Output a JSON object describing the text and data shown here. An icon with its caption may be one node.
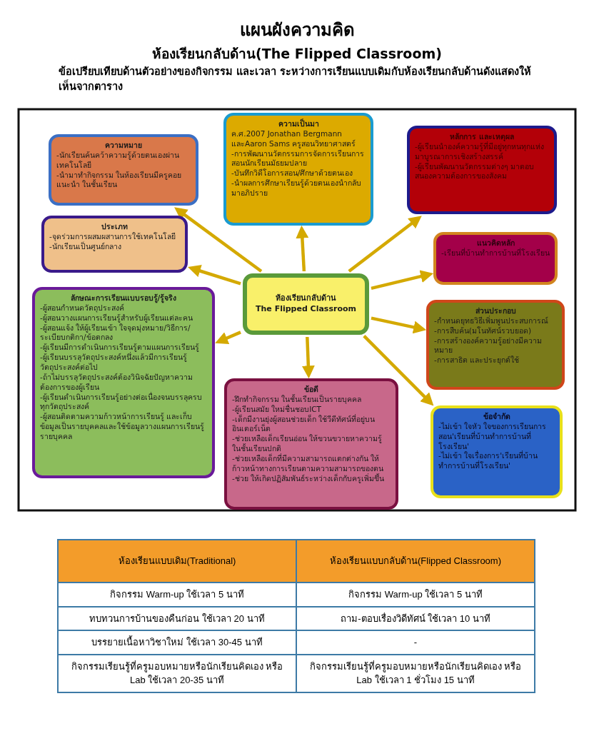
{
  "diagram": {
    "title": "แผนผังความคิด",
    "nodes": [
      {
        "text": [
          "ความหมาย",
          "-นักเรียนค้นคว้าความรู้ด้วยตนเองผ่านเทคโนโลยี",
          "-นำมาทำกิจกรรม ในห้องเรียนมีครูคอยแนะนำ ในชั้นเรียน"
        ]
      },
      {
        "text": [
          "ความเป็นมา",
          "ค.ศ.2007 Jonathan Bergmann และAaron Sams ครูสอนวิทยาศาสตร์",
          "-การพัฒนานวัตกรรมการจัดการเรียนการสอนนักเรียนมัธยมปลาย",
          "-บันทึกวิดีโอการสอน/ศึกษาด้วยตนเอง",
          "-นำผลการศึกษาเรียนรู้ด้วยตนเองนำกลับมาอภิปราย"
        ]
      },
      {
        "text": [
          "หลักการ และเหตุผล",
          "-ผู้เรียนนำองค์ความรู้ที่มีอยู่ทุกหนทุกแห่งมาบูรณาการเชิงสร้างสรรค์",
          "-ผู้เรียนพัฒนานวัตกรรมต่างๆ มาตอบสนองความต้องการของสังคม"
        ]
      },
      {
        "text": [
          "ประเภท",
          "-จุดร่วมการผสมผสานการใช้เทคโนโลยี",
          "-นักเรียนเป็นศูนย์กลาง"
        ]
      },
      {
        "text": [
          "แนวคิดหลัก",
          "-เรียนที่บ้านทำการบ้านที่โรงเรียน"
        ]
      },
      {
        "text": [
          "ห้องเรียนกลับด้าน",
          "The Flipped Classroom"
        ]
      },
      {
        "text": [
          "ลักษณะการเรียนแบบรอบรู้/รู้จริง",
          "-ผู้สอนกำหนดวัตถุประสงค์",
          "-ผู้สอนวางแผนการเรียนรู้สำหรับผู้เรียนแต่ละคน",
          "-ผู้สอนแจ้ง ให้ผู้เรียนเข้า ใจจุดมุ่งหมาย/วิธีการ/ระเบียบกติกา/ข้อตกลง",
          "-ผู้เรียนมีการดำเนินการเรียนรู้ตามแผนการเรียนรู้",
          "-ผู้เรียนบรรลุวัตถุประสงค์หนึ่งแล้วมีการเรียนรู้วัตถุประสงค์ต่อไป",
          "-ถ้าไม่บรรลุวัตถุประสงค์ต้องวินิจฉัยปัญหาความต้องการของผู้เรียน",
          "-ผู้เรียนดำเนินการเรียนรู้อย่างต่อเนื่องจนบรรลุครบทุกวัตถุประสงค์",
          "-ผู้สอนติดตามความก้าวหน้าการเรียนรู้ และเก็บข้อมูลเป็นรายบุคคลและใช้ข้อมูลวางแผนการเรียนรู้รายบุคคล"
        ]
      },
      {
        "text": [
          "ส่วนประกอบ",
          "-กำหนดยุทธวิธีเพิ่มพูนประสบการณ์",
          "-การสืบค้น(มโนทัศน์รวบยอด)",
          "-การสร้างองค์ความรู้อย่างมีความหมาย",
          "-การสาธิต และประยุกต์ใช้"
        ]
      },
      {
        "text": [
          "ข้อดี",
          "-ฝึกทำกิจกรรม ในชั้นเรียนเป็นรายบุคคล",
          "-ผู้เรียนสมัย ใหม่ชื่นชอบICT",
          "-เด็กมีงานยุ่งผู้สอนช่วยเด็ก ใช้วีดีทัศน์ที่อยู่บนอินเตอร์เน็ต",
          "-ช่วยเหลือเด็กเรียนอ่อน ให้ขวนขวายหาความรู้ในชั้นเรียนปกติ",
          "-ช่วยเหลือเด็กที่มีความสามารถแตกต่างกัน ให้ก้าวหน้าทางการเรียนตามความสามารถของตน",
          "-ช่วย ให้เกิดปฏิสัมพันธ์ระหว่างเด็กกับครูเพิ่มขึ้น"
        ]
      },
      {
        "text": [
          "ข้อจำกัด",
          "-ไม่เข้า ใจหัว ใจของการเรียนการสอน'เรียนที่บ้านทำการบ้านที่โรงเรียน'",
          "-ไม่เข้า ใจเรื่องการ'เรียนที่บ้านทำการบ้านที่โรงเรียน'"
        ]
      }
    ],
    "edges": [
      {
        "from": 5,
        "to": 0,
        "arrow": "to"
      },
      {
        "from": 5,
        "to": 1,
        "arrow": "to"
      },
      {
        "from": 5,
        "to": 2,
        "arrow": "to"
      },
      {
        "from": 5,
        "to": 3,
        "arrow": "to"
      },
      {
        "from": 5,
        "to": 4,
        "arrow": "to"
      },
      {
        "from": 5,
        "to": 6,
        "arrow": "to"
      },
      {
        "from": 5,
        "to": 7,
        "arrow": "to"
      },
      {
        "from": 5,
        "to": 8,
        "arrow": "to"
      },
      {
        "from": 5,
        "to": 9,
        "arrow": "to"
      }
    ],
    "labels": [
      "ห้องเรียนกลับด้าน(The Flipped Classroom)",
      "ข้อเปรียบเทียบด้านตัวอย่างของกิจกรรม และเวลา ระหว่างการเรียนแบบเดิมกับห้องเรียนกลับด้านดังแสดงให้เห็นจากตาราง",
      "ห้องเรียนแบบเดิม(Traditional)",
      "ห้องเรียนแบบกลับด้าน(Flipped Classroom)",
      "กิจกรรม Warm-up  ใช้เวลา 5 นาที",
      "กิจกรรม Warm-up  ใช้เวลา 5 นาที",
      "ทบทวนการบ้านของคืนก่อน ใช้เวลา 20 นาที",
      "ถาม-ตอบเรื่องวิดีทัศน์ ใช้เวลา 10 นาที",
      "บรรยายเนื้อหาวิชาใหม่ ใช้เวลา 30-45 นาที",
      "-",
      "กิจกรรมเรียนรู้ที่ครูมอบหมายหรือนักเรียนคิดเอง หรือ Lab ใช้เวลา 20-35 นาที",
      "กิจกรรมเรียนรู้ที่ครูมอบหมายหรือนักเรียนคิดเอง หรือ Lab ใช้เวลา 1 ชั่วโมง 15 นาที"
    ]
  }
}
